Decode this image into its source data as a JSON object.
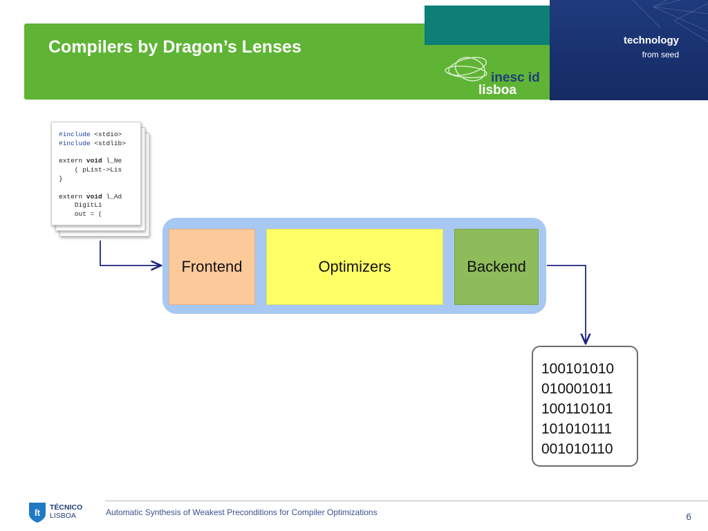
{
  "slide": {
    "title": "Compilers by Dragon’s Lenses",
    "page_number": "6"
  },
  "branding": {
    "tagline_main": "technology",
    "tagline_sub": "from seed",
    "inesc_logo_text_top": "inesc id",
    "inesc_logo_text_bottom": "lisboa",
    "tecnico_name": "TÉCNICO",
    "tecnico_city": "LISBOA"
  },
  "source_document": {
    "lines": [
      "#include <stdio>",
      "#include <stdlib>",
      "",
      "extern void l_Ne",
      "    ( pList->Lis",
      "}",
      "",
      "extern void l_Ad",
      "    DigitLi",
      "    out = ("
    ]
  },
  "pipeline": {
    "stages": [
      {
        "label": "Frontend"
      },
      {
        "label": "Optimizers"
      },
      {
        "label": "Backend"
      }
    ]
  },
  "binary_output": {
    "lines": [
      "100101010",
      "010001011",
      "100110101",
      "101010111",
      "001010110"
    ]
  },
  "footer": {
    "text": "Automatic Synthesis of Weakest Preconditions for Compiler Optimizations"
  },
  "colors": {
    "header_green": "#5fb435",
    "teal": "#0d7f77",
    "navy": "#1f3b7c",
    "frontend": "#fcc99a",
    "optimizers": "#ffff66",
    "backend": "#8fbc5a",
    "pipeline_bg": "#a7c8f2",
    "arrow": "#1a237e"
  }
}
